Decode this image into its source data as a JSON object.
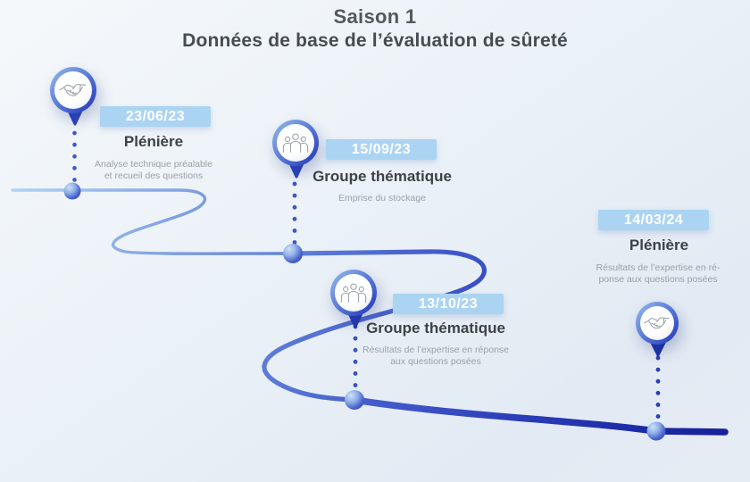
{
  "header": {
    "title": "Saison 1",
    "subtitle": "Données de base de l’évaluation de sûreté"
  },
  "milestones": [
    {
      "date": "23/06/23",
      "title": "Plénière",
      "description": "Analyse technique préalable\net recueil des questions",
      "icon": "handshake-icon"
    },
    {
      "date": "15/09/23",
      "title": "Groupe thématique",
      "description": "Emprise du stockage",
      "icon": "group-icon"
    },
    {
      "date": "13/10/23",
      "title": "Groupe thématique",
      "description": "Résultats de l’expertise en réponse\naux questions posées",
      "icon": "group-icon"
    },
    {
      "date": "14/03/24",
      "title": "Plénière",
      "description": "Résultats de l’expertise en ré-\nponse aux questions posées",
      "icon": "handshake-icon"
    }
  ],
  "colors": {
    "badge_background": "#abd4f3",
    "badge_text": "#ffffff",
    "path_start": "#b8d6f4",
    "path_end": "#131d94",
    "title_text": "#3d4247",
    "description_text": "#9ba1a8",
    "heading_text": "#54585c"
  }
}
